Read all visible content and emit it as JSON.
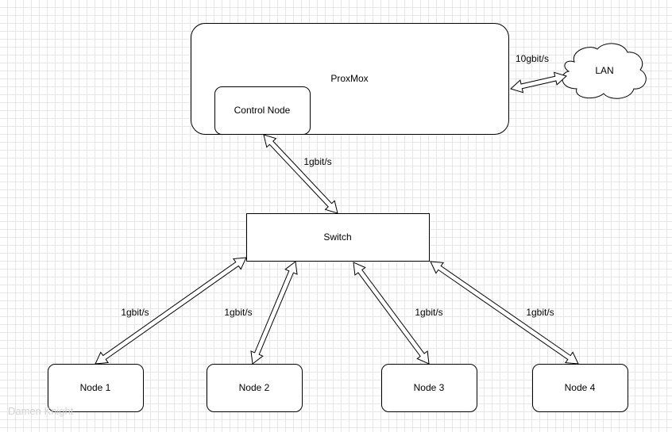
{
  "nodes": {
    "proxmox": "ProxMox",
    "control_node": "Control Node",
    "lan": "LAN",
    "switch": "Switch",
    "node1": "Node 1",
    "node2": "Node 2",
    "node3": "Node 3",
    "node4": "Node 4"
  },
  "edges": {
    "proxmox_lan": "10gbit/s",
    "control_switch": "1gbit/s",
    "switch_node1": "1gbit/s",
    "switch_node2": "1gbit/s",
    "switch_node3": "1gbit/s",
    "switch_node4": "1gbit/s"
  },
  "watermark": "Damen Knight"
}
